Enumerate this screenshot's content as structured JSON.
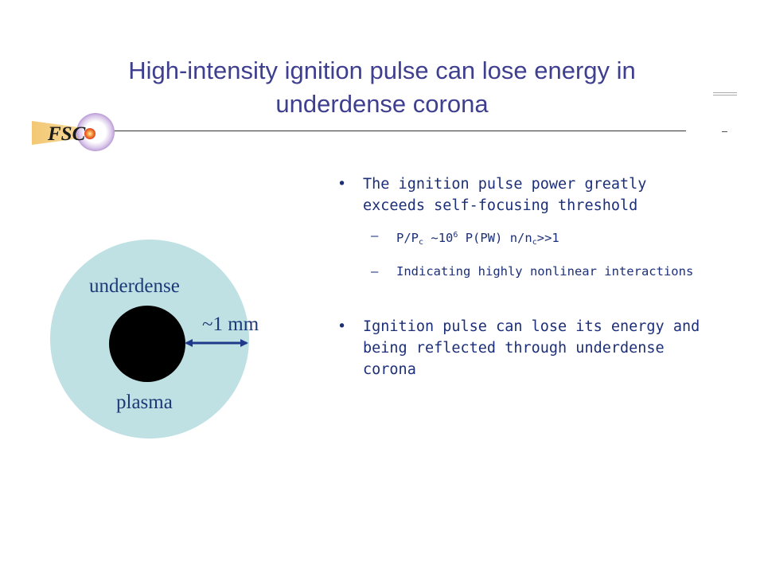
{
  "slide": {
    "title_line1": "High-intensity ignition pulse can lose energy in",
    "title_line2": "underdense corona",
    "logo_text": "FSC"
  },
  "diagram": {
    "outer_label": "underdense",
    "inner_label": "plasma",
    "distance_label": "~1 mm",
    "colors": {
      "corona": "#bfe1e3",
      "core": "#000000",
      "arrow": "#1f3a8a"
    }
  },
  "bullets": [
    {
      "text": "The ignition pulse power greatly exceeds self-focusing threshold",
      "sub": [
        {
          "parts": [
            "P/P",
            "c",
            " ~10",
            "6",
            " P(PW) n/n",
            "c",
            ">>1"
          ]
        },
        {
          "text": "Indicating highly nonlinear interactions"
        }
      ]
    },
    {
      "text": "Ignition pulse can lose its energy and being reflected through underdense corona"
    }
  ],
  "symbols": {
    "bullet": "•",
    "dash": "–"
  }
}
